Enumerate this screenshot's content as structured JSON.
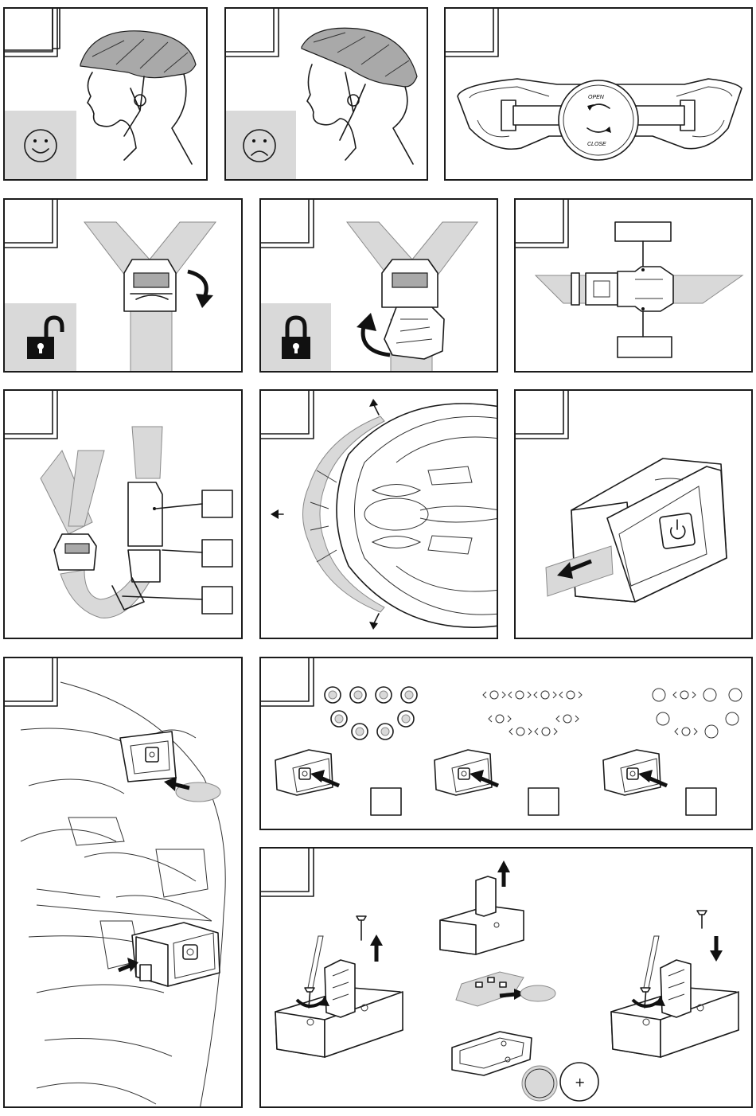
{
  "colors": {
    "line": "#1b1b1b",
    "shade_light": "#d9d9d9",
    "shade_mid": "#a9a9a9",
    "background": "#ffffff"
  },
  "panels": [
    {
      "key": "fit-correct",
      "icons": [
        "smiley-happy-icon"
      ]
    },
    {
      "key": "fit-incorrect",
      "icons": [
        "smiley-sad-icon"
      ]
    },
    {
      "key": "dial-adjuster",
      "dial_labels": {
        "open": "OPEN",
        "close": "CLOSE"
      }
    },
    {
      "key": "strap-divider-unlock",
      "icons": [
        "padlock-open-icon",
        "rotate-arrow-icon"
      ]
    },
    {
      "key": "strap-divider-lock",
      "icons": [
        "padlock-closed-icon",
        "rotate-arrow-icon"
      ]
    },
    {
      "key": "chin-buckle"
    },
    {
      "key": "strap-adjust"
    },
    {
      "key": "visor-removal"
    },
    {
      "key": "light-tab-pull"
    },
    {
      "key": "light-mount"
    },
    {
      "key": "light-modes"
    },
    {
      "key": "battery-replace",
      "battery_symbol": "+"
    }
  ]
}
